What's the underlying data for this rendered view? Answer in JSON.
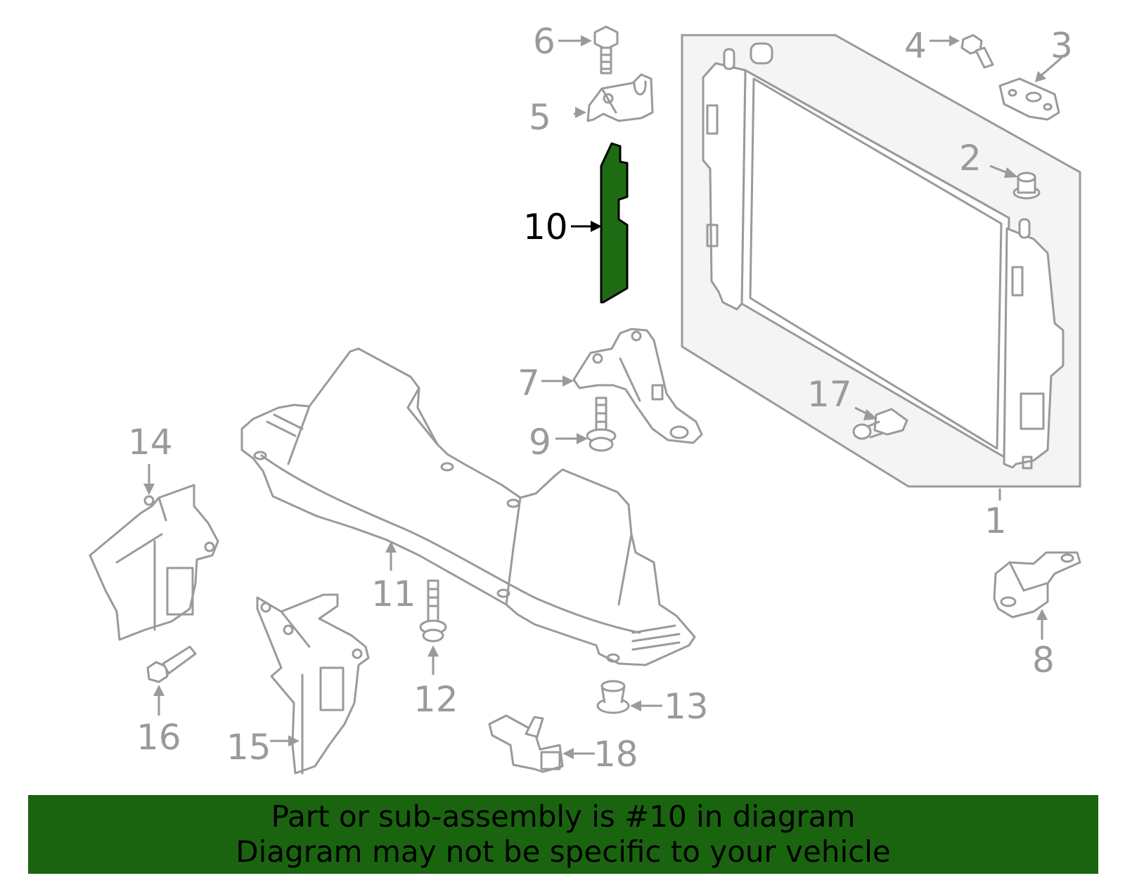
{
  "diagram": {
    "highlighted_part": "10",
    "highlight_color": "#1f6b14",
    "line_color": "#9a9a9a",
    "callouts": [
      {
        "id": "1",
        "label": "1"
      },
      {
        "id": "2",
        "label": "2"
      },
      {
        "id": "3",
        "label": "3"
      },
      {
        "id": "4",
        "label": "4"
      },
      {
        "id": "5",
        "label": "5"
      },
      {
        "id": "6",
        "label": "6"
      },
      {
        "id": "7",
        "label": "7"
      },
      {
        "id": "8",
        "label": "8"
      },
      {
        "id": "9",
        "label": "9"
      },
      {
        "id": "10",
        "label": "10"
      },
      {
        "id": "11",
        "label": "11"
      },
      {
        "id": "12",
        "label": "12"
      },
      {
        "id": "13",
        "label": "13"
      },
      {
        "id": "14",
        "label": "14"
      },
      {
        "id": "15",
        "label": "15"
      },
      {
        "id": "16",
        "label": "16"
      },
      {
        "id": "17",
        "label": "17"
      },
      {
        "id": "18",
        "label": "18"
      }
    ]
  },
  "banner": {
    "background": "#1a6410",
    "line1": "Part or sub-assembly is #10 in diagram",
    "line2": "Diagram may not be specific to your vehicle"
  }
}
